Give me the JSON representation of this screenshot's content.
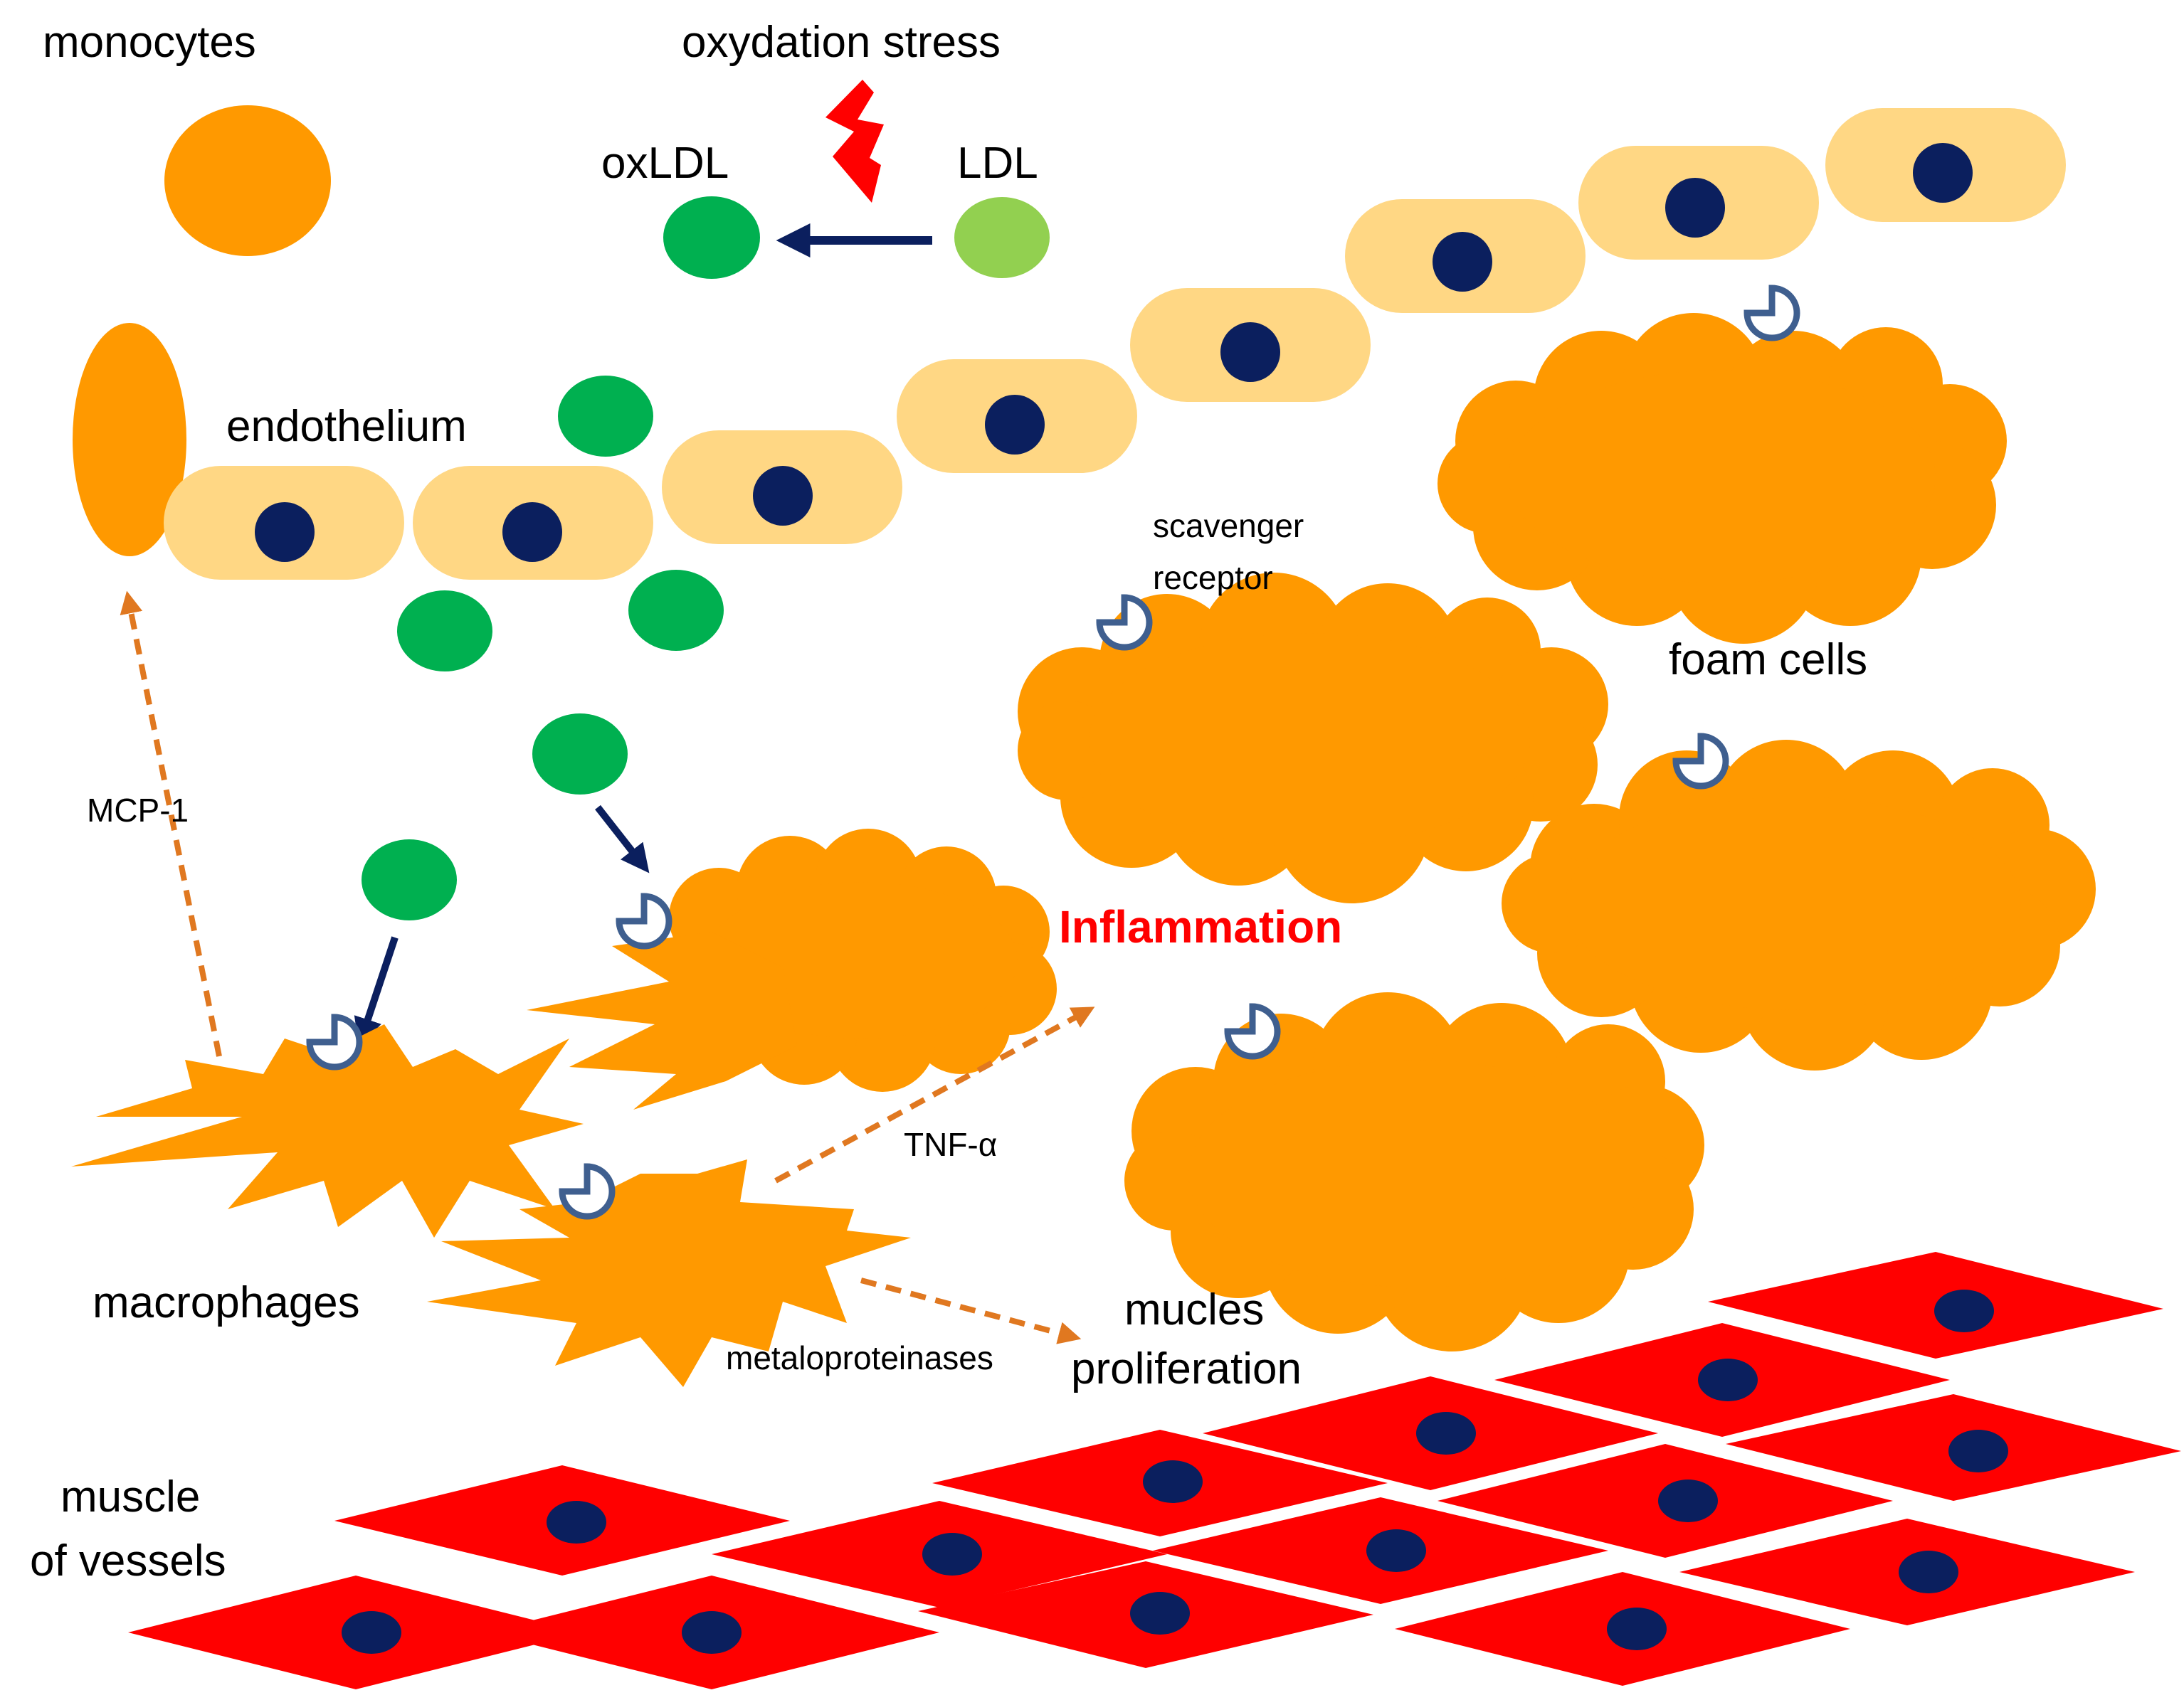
{
  "labels": {
    "monocytes": "monocytes",
    "oxydation_stress": "oxydation stress",
    "oxldl": "oxLDL",
    "ldl": "LDL",
    "endothelium": "endothelium",
    "scavenger_line1": "scavenger",
    "scavenger_line2": "receptor",
    "foam_cells": "foam cells",
    "mcp1": "MCP-1",
    "inflammation": "Inflammation",
    "tnf": "TNF-α",
    "macrophages": "macrophages",
    "metaloproteinases": "metaloproteinases",
    "mucles_line1": "mucles",
    "mucles_line2": "proliferation",
    "muscle_line1": "muscle",
    "muscle_line2": "of vessels"
  },
  "colors": {
    "cell_orange": "#FF9900",
    "ldl_light_green": "#92D050",
    "oxldl_green": "#00B050",
    "endothelium_fill": "#FFD784",
    "nucleus": "#0B1F5E",
    "receptor_stroke": "#3F5F8F",
    "muscle_red": "#FF0000",
    "arrow_navy": "#0B1F5E",
    "dashed_orange": "#E07820",
    "inflammation_text": "#FF0000",
    "lightning": "#FF0000"
  },
  "icons": {
    "lightning": "lightning-bolt-icon",
    "receptor": "pac-man-receptor-icon"
  }
}
